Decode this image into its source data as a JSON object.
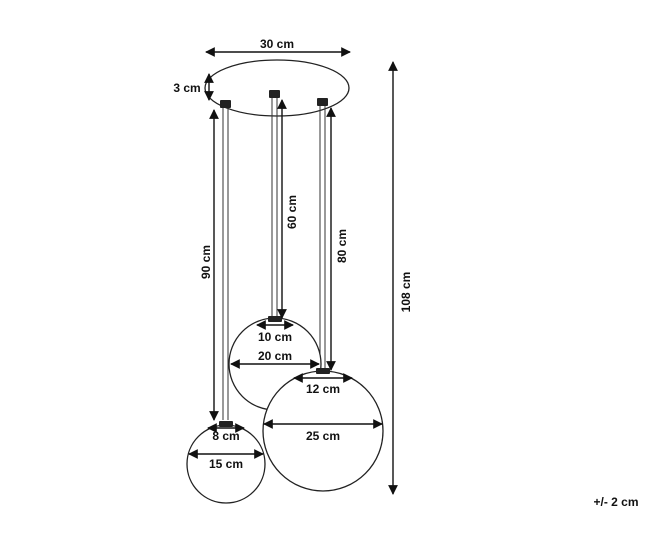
{
  "dimensions": {
    "canopy_width": "30 cm",
    "canopy_height": "3 cm",
    "total_height": "108 cm",
    "cord_left": "90 cm",
    "cord_middle": "60 cm",
    "cord_right": "80 cm",
    "shade_small_top": "8 cm",
    "shade_small_width": "15 cm",
    "shade_medium_top": "10 cm",
    "shade_medium_width": "20 cm",
    "shade_large_top": "12 cm",
    "shade_large_width": "25 cm",
    "tolerance": "+/- 2 cm"
  },
  "colors": {
    "line": "#111111",
    "background": "#ffffff"
  }
}
